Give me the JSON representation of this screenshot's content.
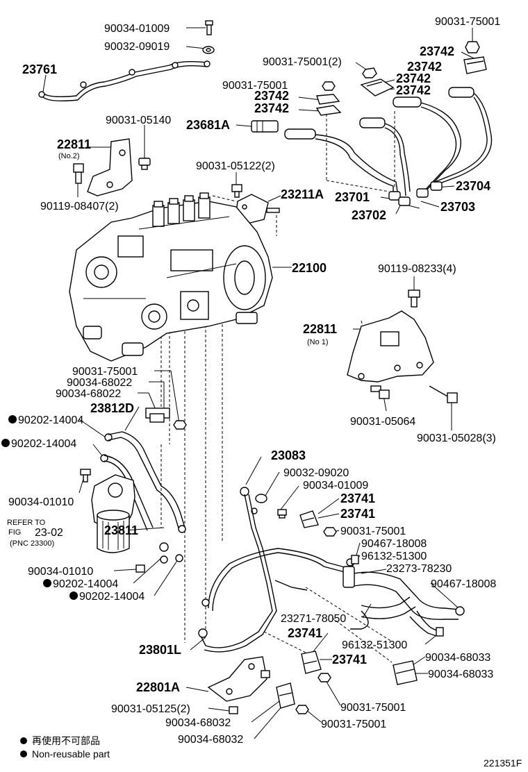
{
  "labels": {
    "l01": "90034-01009",
    "l02": "90032-09019",
    "l03": "23761",
    "l04": "90031-75001",
    "l05": "23742",
    "l06": "90031-75001(2)",
    "l07": "23742",
    "l08": "90031-75001",
    "l09": "23742",
    "l10": "23742",
    "l11": "23742",
    "l12": "23742",
    "l13": "90031-05140",
    "l14": "23681A",
    "l15": "22811",
    "l16": "(No.2)",
    "l17": "90031-05122(2)",
    "l18": "23211A",
    "l19": "23701",
    "l20": "23704",
    "l21": "90119-08407(2)",
    "l22": "23702",
    "l23": "23703",
    "l24": "22100",
    "l25": "90119-08233(4)",
    "l26": "22811",
    "l27": "(No 1)",
    "l28": "90031-75001",
    "l29": "90034-68022",
    "l30": "90034-68022",
    "l31": "23812D",
    "l32": "90202-14004",
    "l33": "90202-14004",
    "l34": "90031-05064",
    "l35": "90031-05028(3)",
    "l36": "90034-01010",
    "l37": "REFER TO",
    "l38": "FIG",
    "l39": "23-02",
    "l40": "(PNC 23300)",
    "l41": "23811",
    "l42": "23083",
    "l43": "90032-09020",
    "l44": "90034-01009",
    "l45": "23741",
    "l46": "23741",
    "l47": "90031-75001",
    "l48": "90467-18008",
    "l49": "96132-51300",
    "l50": "23273-78230",
    "l51": "90467-18008",
    "l52": "90034-01010",
    "l53": "90202-14004",
    "l54": "90202-14004",
    "l55": "23271-78050",
    "l56": "23741",
    "l57": "96132-51300",
    "l58": "23801L",
    "l59": "23741",
    "l60": "90034-68033",
    "l61": "90034-68033",
    "l62": "22801A",
    "l63": "90031-05125(2)",
    "l64": "90031-75001",
    "l65": "90034-68032",
    "l66": "90034-68032",
    "l67": "90031-75001"
  },
  "legend": {
    "jp": "再使用不可部品",
    "en": "Non-reusable part"
  },
  "figure_id": "221351F"
}
